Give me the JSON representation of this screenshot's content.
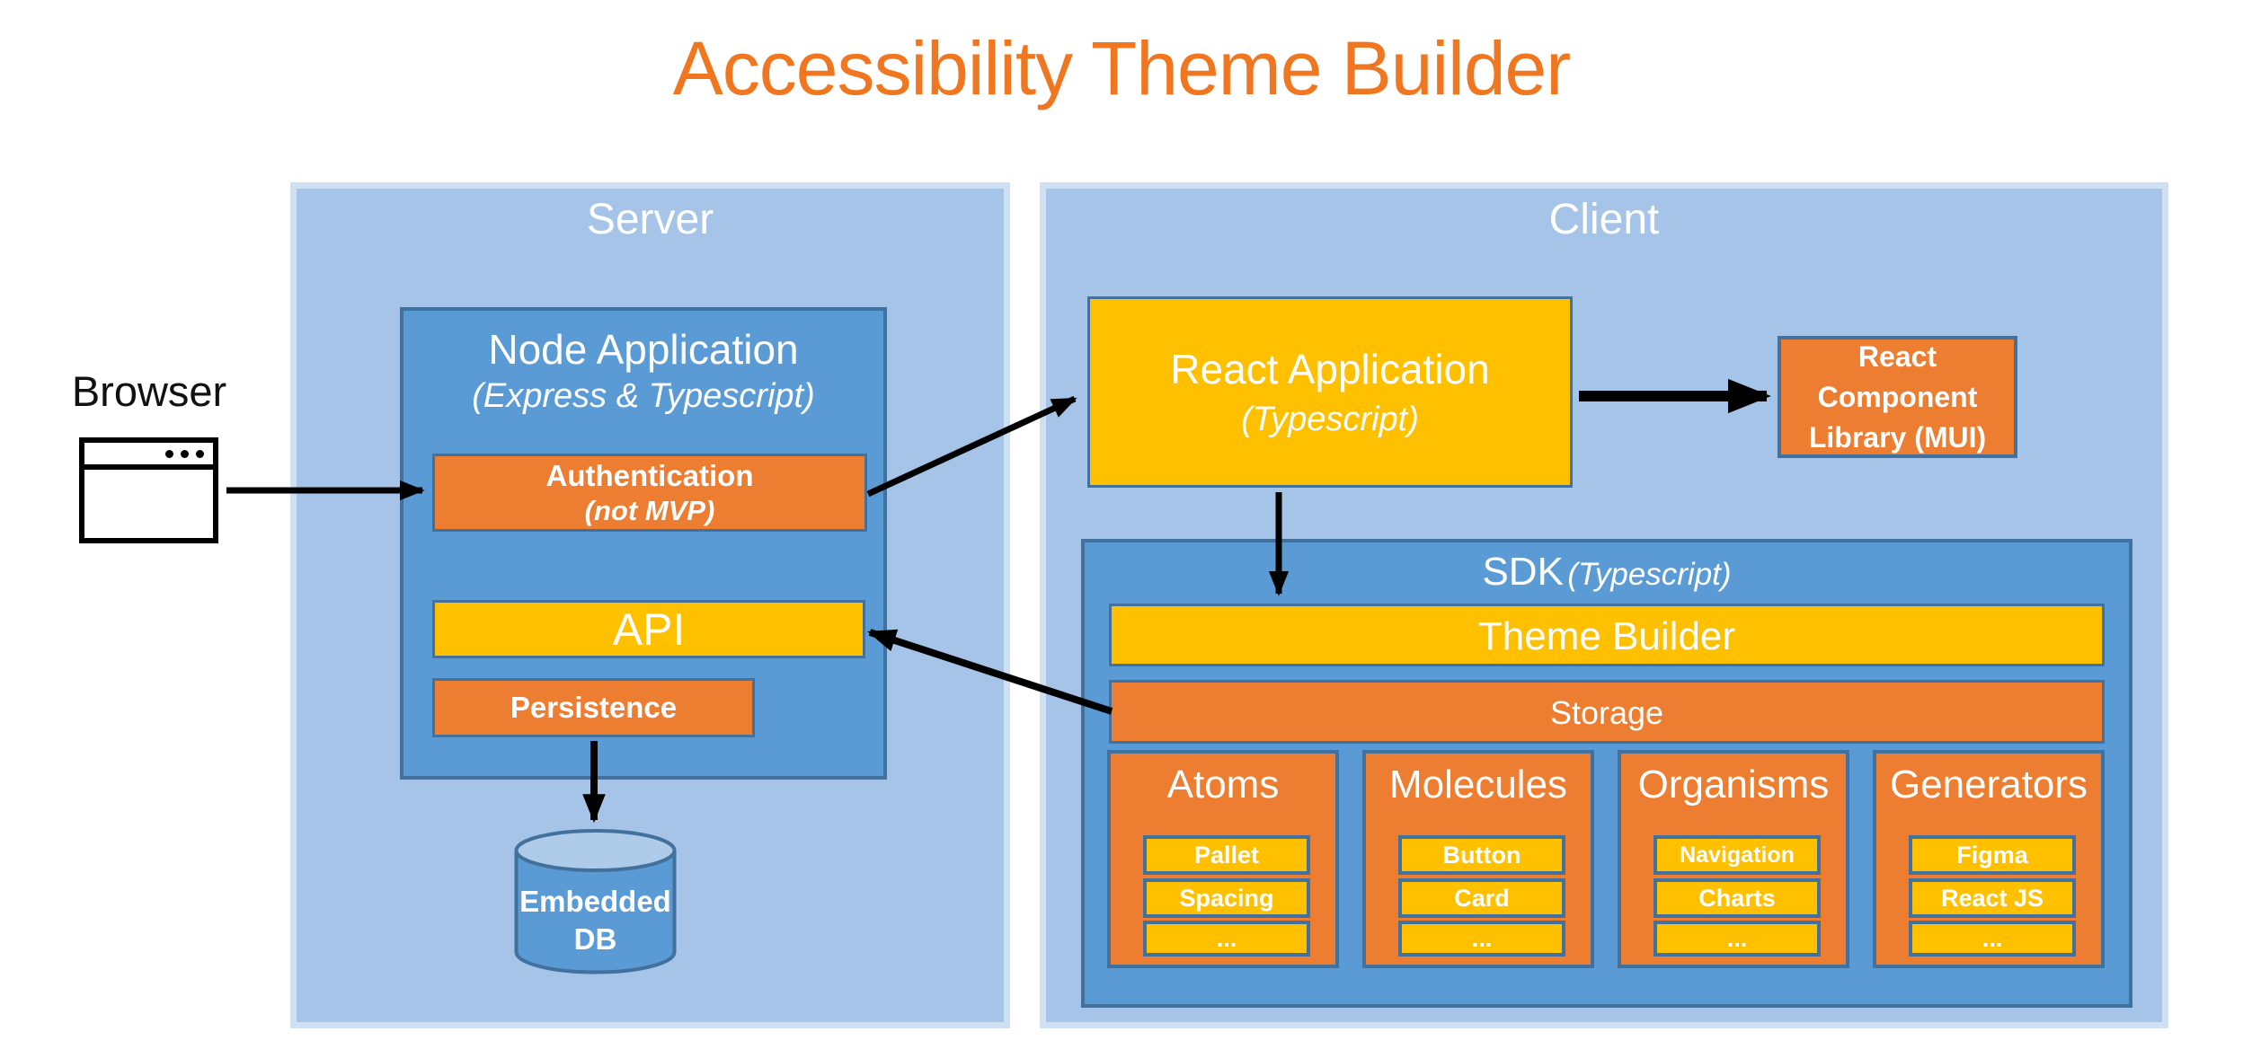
{
  "title": "Accessibility Theme Builder",
  "browser": {
    "label": "Browser"
  },
  "server": {
    "label": "Server",
    "node_app": {
      "title": "Node Application",
      "subtitle": "(Express & Typescript)",
      "authentication": {
        "title": "Authentication",
        "subtitle": "(not MVP)"
      },
      "api": {
        "label": "API"
      },
      "persistence": {
        "label": "Persistence"
      }
    },
    "embedded_db": {
      "line1": "Embedded",
      "line2": "DB"
    }
  },
  "client": {
    "label": "Client",
    "react_app": {
      "title": "React Application",
      "subtitle": "(Typescript)"
    },
    "react_component_library": {
      "line1": "React",
      "line2": "Component",
      "line3": "Library (MUI)"
    },
    "sdk": {
      "title": "SDK",
      "subtitle": "(Typescript)",
      "theme_builder": {
        "label": "Theme Builder"
      },
      "storage": {
        "label": "Storage"
      },
      "categories": [
        {
          "name": "Atoms",
          "items": [
            "Pallet",
            "Spacing",
            "..."
          ]
        },
        {
          "name": "Molecules",
          "items": [
            "Button",
            "Card",
            "..."
          ]
        },
        {
          "name": "Organisms",
          "items": [
            "Navigation",
            "Charts",
            "..."
          ]
        },
        {
          "name": "Generators",
          "items": [
            "Figma",
            "React JS",
            "..."
          ]
        }
      ]
    }
  },
  "colors": {
    "title_orange": "#F0761F",
    "panel_light_blue": "#A5C4E7",
    "panel_edge": "#CFE0F2",
    "box_blue": "#5B9BD5",
    "box_orange": "#ED7D31",
    "box_gold": "#FFC000",
    "box_border": "#41719C",
    "db_top_face": "#AECBEA",
    "arrow_black": "#000000",
    "text_white": "#FFFFFF"
  }
}
